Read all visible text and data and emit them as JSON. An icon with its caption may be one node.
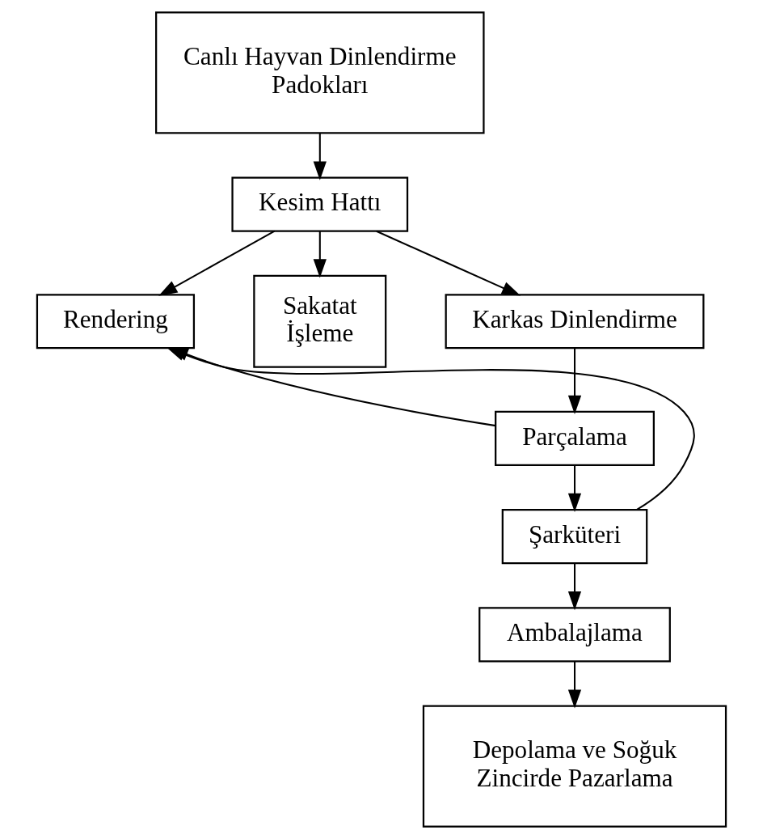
{
  "diagram": {
    "nodes": [
      {
        "text": [
          "Canlı Hayvan Dinlendirme Padokları"
        ]
      },
      {
        "text": [
          "Kesim Hattı"
        ]
      },
      {
        "text": [
          "Rendering"
        ]
      },
      {
        "text": [
          "Sakatat İşleme"
        ]
      },
      {
        "text": [
          "Karkas Dinlendirme"
        ]
      },
      {
        "text": [
          "Parçalama"
        ]
      },
      {
        "text": [
          "Şarküteri"
        ]
      },
      {
        "text": [
          "Ambalajlama"
        ]
      },
      {
        "text": [
          "Depolama ve Soğuk Zincirde Pazarlama"
        ]
      }
    ],
    "edges": [
      {
        "from": 0,
        "to": 1,
        "arrow": "to"
      },
      {
        "from": 1,
        "to": 2,
        "arrow": "to"
      },
      {
        "from": 1,
        "to": 3,
        "arrow": "to"
      },
      {
        "from": 1,
        "to": 4,
        "arrow": "to"
      },
      {
        "from": 4,
        "to": 5,
        "arrow": "to"
      },
      {
        "from": 5,
        "to": 2,
        "arrow": "to"
      },
      {
        "from": 5,
        "to": 6,
        "arrow": "to"
      },
      {
        "from": 6,
        "to": 2,
        "arrow": "to"
      },
      {
        "from": 6,
        "to": 7,
        "arrow": "to"
      },
      {
        "from": 7,
        "to": 8,
        "arrow": "to"
      }
    ]
  }
}
